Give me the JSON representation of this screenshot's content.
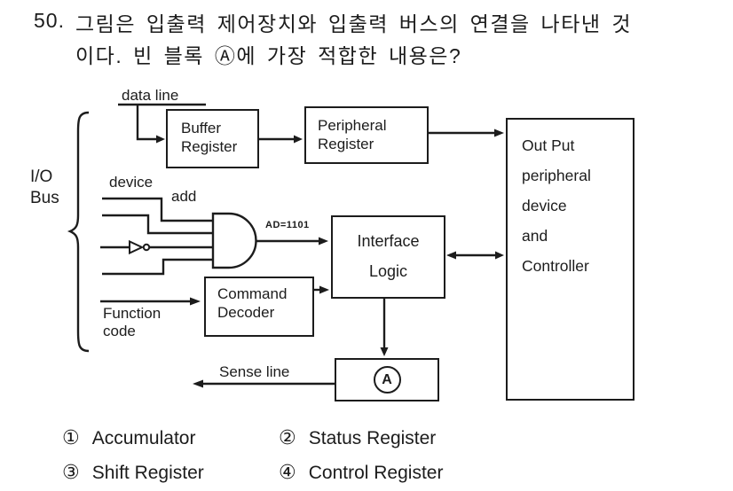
{
  "question": {
    "number": "50.",
    "line1": "그림은 입출력 제어장치와 입출력 버스의 연결을 나타낸 것",
    "line2": "이다. 빈 블록 Ⓐ에 가장 적합한 내용은?"
  },
  "diagram": {
    "bus_label": "I/O\nBus",
    "labels": {
      "data_line": "data line",
      "device": "device",
      "add": "add",
      "function_code": "Function\ncode",
      "sense_line": "Sense line",
      "and_output": "AD=1101"
    },
    "blocks": {
      "buffer_register": "Buffer\nRegister",
      "peripheral_register": "Peripheral\nRegister",
      "interface_logic": "Interface\nLogic",
      "command_decoder": "Command\nDecoder",
      "blank_block_letter": "A",
      "output_device": "Out Put\nperipheral\ndevice\nand\nController"
    }
  },
  "choices": [
    {
      "marker": "①",
      "label": "Accumulator"
    },
    {
      "marker": "②",
      "label": "Status Register"
    },
    {
      "marker": "③",
      "label": "Shift Register"
    },
    {
      "marker": "④",
      "label": "Control Register"
    }
  ],
  "colors": {
    "ink": "#1c1c1c",
    "background": "#ffffff"
  }
}
